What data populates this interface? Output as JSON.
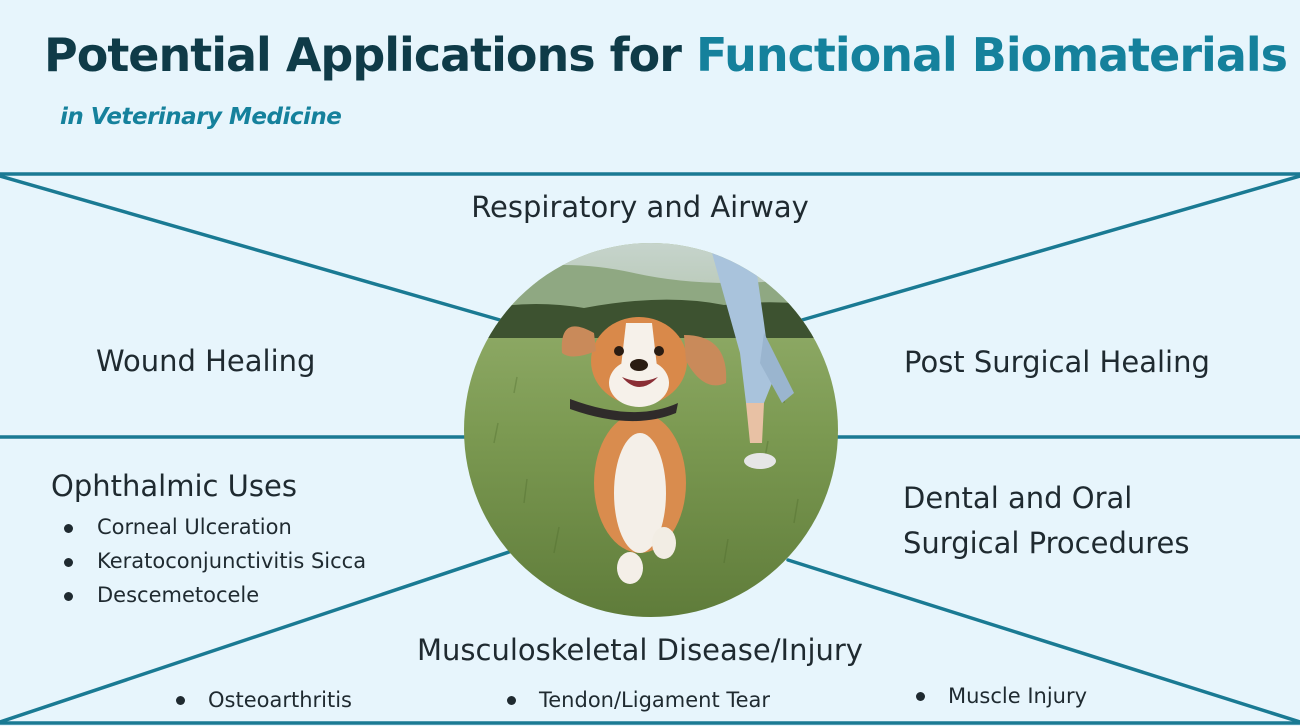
{
  "header": {
    "title_part1": "Potential Applications for ",
    "title_part2": "Functional Biomaterials",
    "subtitle": "in Veterinary Medicine"
  },
  "colors": {
    "background": "#e7f5fc",
    "accent": "#15819c",
    "title_dark": "#0f3b48",
    "line": "#1a7a93",
    "text": "#1f2a30"
  },
  "center_image": {
    "icon": "beagle-running-in-grass-photo"
  },
  "segments": {
    "respiratory": {
      "label": "Respiratory and Airway"
    },
    "wound": {
      "label": "Wound Healing"
    },
    "post_surgical": {
      "label": "Post Surgical Healing"
    },
    "ophthalmic": {
      "label": "Ophthalmic Uses",
      "items": [
        "Corneal Ulceration",
        "Keratoconjunctivitis Sicca",
        "Descemetocele"
      ]
    },
    "dental": {
      "line1": "Dental and Oral",
      "line2": "Surgical Procedures"
    },
    "musculoskeletal": {
      "label": "Musculoskeletal Disease/Injury",
      "items": [
        "Osteoarthritis",
        "Tendon/Ligament Tear",
        "Muscle Injury"
      ]
    }
  }
}
